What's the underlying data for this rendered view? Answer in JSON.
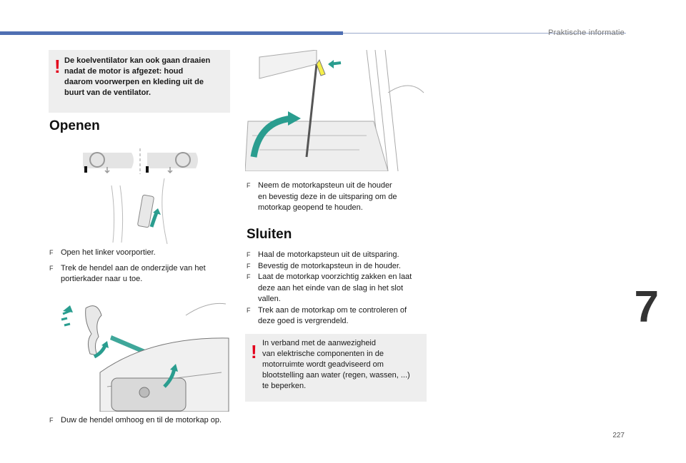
{
  "header": {
    "section_title": "Praktische informatie"
  },
  "left": {
    "warning": {
      "icon": "exclamation-icon",
      "lines": [
        "De koelventilator kan ook gaan draaien",
        "nadat de motor is afgezet: houd",
        "daarom voorwerpen en kleding uit de",
        "buurt van de ventilator."
      ]
    },
    "heading": "Openen",
    "steps_a": [
      {
        "bullet": "F",
        "lines": [
          "Open het linker voorportier."
        ]
      },
      {
        "bullet": "F",
        "lines": [
          "Trek de hendel aan de onderzijde van het",
          "portierkader naar u toe."
        ]
      }
    ],
    "step_b": {
      "bullet": "F",
      "lines": [
        "Duw de hendel omhoog en til de motorkap op."
      ]
    }
  },
  "right": {
    "step_c": {
      "bullet": "F",
      "lines": [
        "Neem de motorkapsteun uit de houder",
        "en bevestig deze in de uitsparing om de",
        "motorkap geopend te houden."
      ]
    },
    "heading": "Sluiten",
    "steps": [
      {
        "bullet": "F",
        "lines": [
          "Haal de motorkapsteun uit de uitsparing."
        ]
      },
      {
        "bullet": "F",
        "lines": [
          "Bevestig de motorkapsteun in de houder."
        ]
      },
      {
        "bullet": "F",
        "lines": [
          "Laat de motorkap voorzichtig zakken en laat",
          "deze aan het einde van de slag in het slot",
          "vallen."
        ]
      },
      {
        "bullet": "F",
        "lines": [
          "Trek aan de motorkap om te controleren of",
          "deze goed is vergrendeld."
        ]
      }
    ],
    "note": {
      "icon": "exclamation-icon",
      "lines": [
        "In verband met de aanwezigheid",
        "van elektrische componenten in de",
        "motorruimte wordt geadviseerd om",
        "blootstelling aan water (regen, wassen, ...)",
        "te beperken."
      ]
    }
  },
  "chapter_number": "7",
  "page_number": "227",
  "colors": {
    "accent_bar": "#4f6fb3",
    "warning_red": "#e3001b",
    "arrow_teal": "#2a9d8f",
    "box_gray": "#eeeeee"
  }
}
